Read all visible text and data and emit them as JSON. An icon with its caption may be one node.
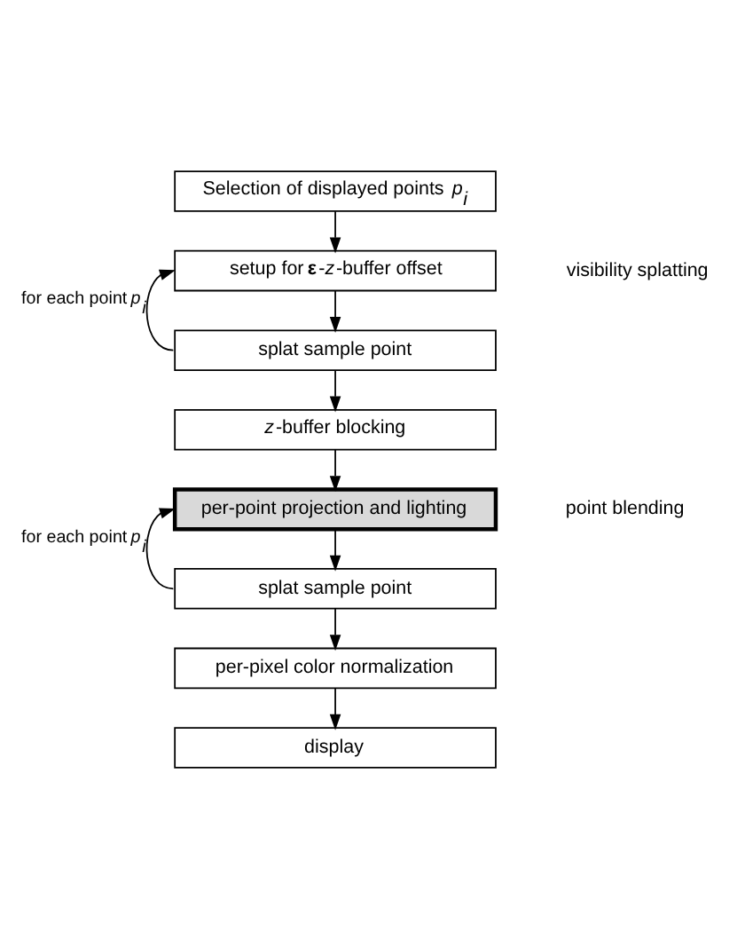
{
  "diagram": {
    "nodes": [
      {
        "text": [
          "Selection of displayed points *p*$_{i}$"
        ]
      },
      {
        "text": [
          "setup for **ε**-*z*-buffer offset"
        ]
      },
      {
        "text": [
          "splat sample point"
        ]
      },
      {
        "text": [
          "*z*-buffer blocking"
        ]
      },
      {
        "text": [
          "per-point projection and lighting"
        ]
      },
      {
        "text": [
          "splat sample point"
        ]
      },
      {
        "text": [
          "per-pixel color normalization"
        ]
      },
      {
        "text": [
          "display"
        ]
      }
    ],
    "edges": [
      {
        "from": 0,
        "to": 1,
        "arrow": "to"
      },
      {
        "from": 1,
        "to": 2,
        "arrow": "to"
      },
      {
        "from": 2,
        "to": 1,
        "arrow": "to",
        "label": "for each point *p*$_{i}$"
      },
      {
        "from": 2,
        "to": 3,
        "arrow": "to"
      },
      {
        "from": 3,
        "to": 4,
        "arrow": "to"
      },
      {
        "from": 4,
        "to": 5,
        "arrow": "to"
      },
      {
        "from": 5,
        "to": 4,
        "arrow": "to",
        "label": "for each point *p*$_{i}$"
      },
      {
        "from": 5,
        "to": 6,
        "arrow": "to"
      },
      {
        "from": 6,
        "to": 7,
        "arrow": "to"
      }
    ],
    "labels": [
      "visibility splatting",
      "point blending"
    ]
  }
}
